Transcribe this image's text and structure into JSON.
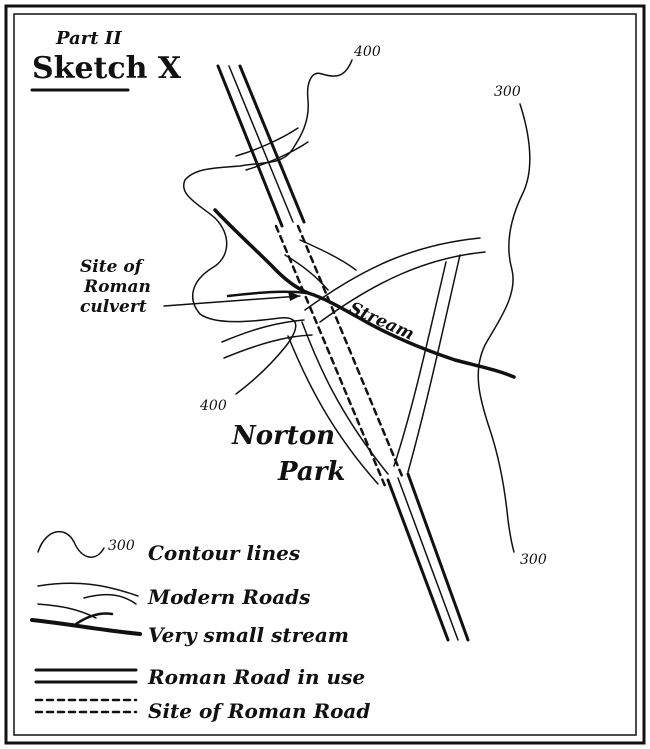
{
  "title": {
    "part": "Part II",
    "sketch": "Sketch X"
  },
  "map_labels": {
    "contour_400_top": "400",
    "contour_300_top": "300",
    "contour_400_bottom": "400",
    "contour_300_bottom": "300",
    "stream": "Stream",
    "culvert_line1": "Site of",
    "culvert_line2": "Roman",
    "culvert_line3": "culvert",
    "place_line1": "Norton",
    "place_line2": "Park"
  },
  "legend": {
    "contour_value": "300",
    "items": [
      "Contour lines",
      "Modern Roads",
      "Very small stream",
      "Roman Road in use",
      "Site of Roman Road"
    ]
  },
  "colors": {
    "ink": "#111111",
    "paper": "#ffffff"
  }
}
